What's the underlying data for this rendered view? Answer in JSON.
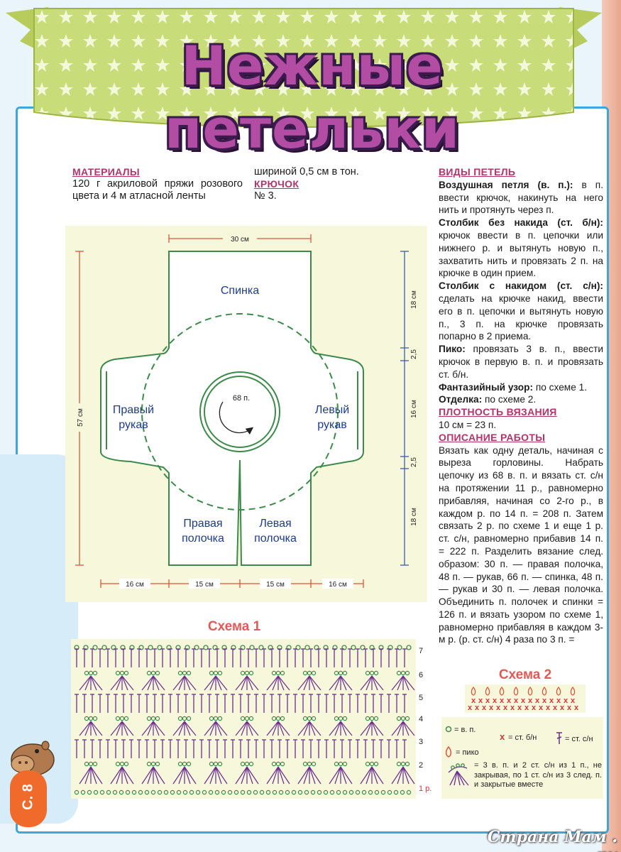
{
  "title": "Нежные петельки",
  "materials": {
    "heading": "МАТЕРИАЛЫ",
    "text": "120 г акриловой пряжи розового цвета и 4 м атласной ленты",
    "text_cont": "шириной 0,5 см в тон."
  },
  "hook": {
    "heading": "КРЮЧОК",
    "text": "№ 3."
  },
  "diagram": {
    "back_label": "Спинка",
    "right_sleeve_label_1": "Правый",
    "right_sleeve_label_2": "рукав",
    "left_sleeve_label_1": "Левый",
    "left_sleeve_label_2": "рукав",
    "right_front_label_1": "Правая",
    "right_front_label_2": "полочка",
    "left_front_label_1": "Левая",
    "left_front_label_2": "полочка",
    "neck_count": "68 п.",
    "dim_top": "30 см",
    "dim_height": "57 см",
    "dim_right": [
      "18 см",
      "2,5",
      "16 см",
      "2,5",
      "18 см"
    ],
    "dim_bottom": [
      "16 см",
      "15 см",
      "15 см",
      "16 см"
    ]
  },
  "scheme1": {
    "title": "Схема 1",
    "rows": [
      "7",
      "6",
      "5",
      "4",
      "3",
      "2",
      "1 р."
    ]
  },
  "scheme2": {
    "title": "Схема 2"
  },
  "stitch_types": {
    "heading": "ВИДЫ ПЕТЕЛЬ",
    "ch_term": "Воздушная петля (в. п.):",
    "ch_text": " в п. ввести крючок, накинуть на него нить и протянуть через п.",
    "sc_term": "Столбик без накида (ст. б/н):",
    "sc_text": " крючок ввести в п. цепочки или нижнего р. и вытянуть новую п., захватить нить и провязать 2 п. на крючке в один прием.",
    "dc_term": "Столбик с накидом (ст. с/н):",
    "dc_text": " сделать на крючке накид, ввести его в п. цепочки и вытянуть новую п., 3 п. на крючке провязать попарно в 2 приема.",
    "picot_term": "Пико:",
    "picot_text": " провязать 3 в. п., ввести крючок в первую в. п. и провязать ст. б/н.",
    "fancy_term": "Фантазийный узор:",
    "fancy_text": " по схеме 1.",
    "finish_term": "Отделка:",
    "finish_text": " по схеме 2."
  },
  "gauge": {
    "heading": "ПЛОТНОСТЬ ВЯЗАНИЯ",
    "text": "10 см = 23 п."
  },
  "description": {
    "heading": "ОПИСАНИЕ РАБОТЫ",
    "text": "Вязать как одну деталь, начиная с выреза горловины. Набрать цепочку из 68 в. п. и вязать ст. с/н на протяжении 11 р., равномерно прибавляя, начиная со 2-го р., в каждом р. по 14 п. = 208 п. Затем связать 2 р. по схеме 1 и еще 1 р. ст. с/н, равномерно прибавив 14 п. = 222 п. Разделить вязание след. образом: 30 п. — правая полочка, 48 п. — рукав, 66 п. — спинка, 48 п. — рукав и 30 п. — левая полочка. Объединить п. полочек и спинки = 126 п. и вязать узором по схеме 1, равномерно прибавляя в каждом 3-м р. (р. ст. с/н) 4 раза по 3 п. ="
  },
  "legend": {
    "ch": "= в. п.",
    "sc": "= ст. б/н",
    "dc": "= ст. с/н",
    "picot": "= пико",
    "cluster": "= 3 в. п. и 2 ст. с/н из 1 п., не закрывая, по 1 ст. с/н из 3 след. п. и закрытые вместе"
  },
  "page_number": "С. 8",
  "watermark": "Страна Мам . ру",
  "colors": {
    "accent_pink": "#b3346b",
    "title_purple": "#b34da3",
    "frame_blue": "#3fa6d9",
    "scheme_red": "#e05a57",
    "diagram_green": "#3c8a4a",
    "stitch_purple": "#6b2d8f"
  }
}
